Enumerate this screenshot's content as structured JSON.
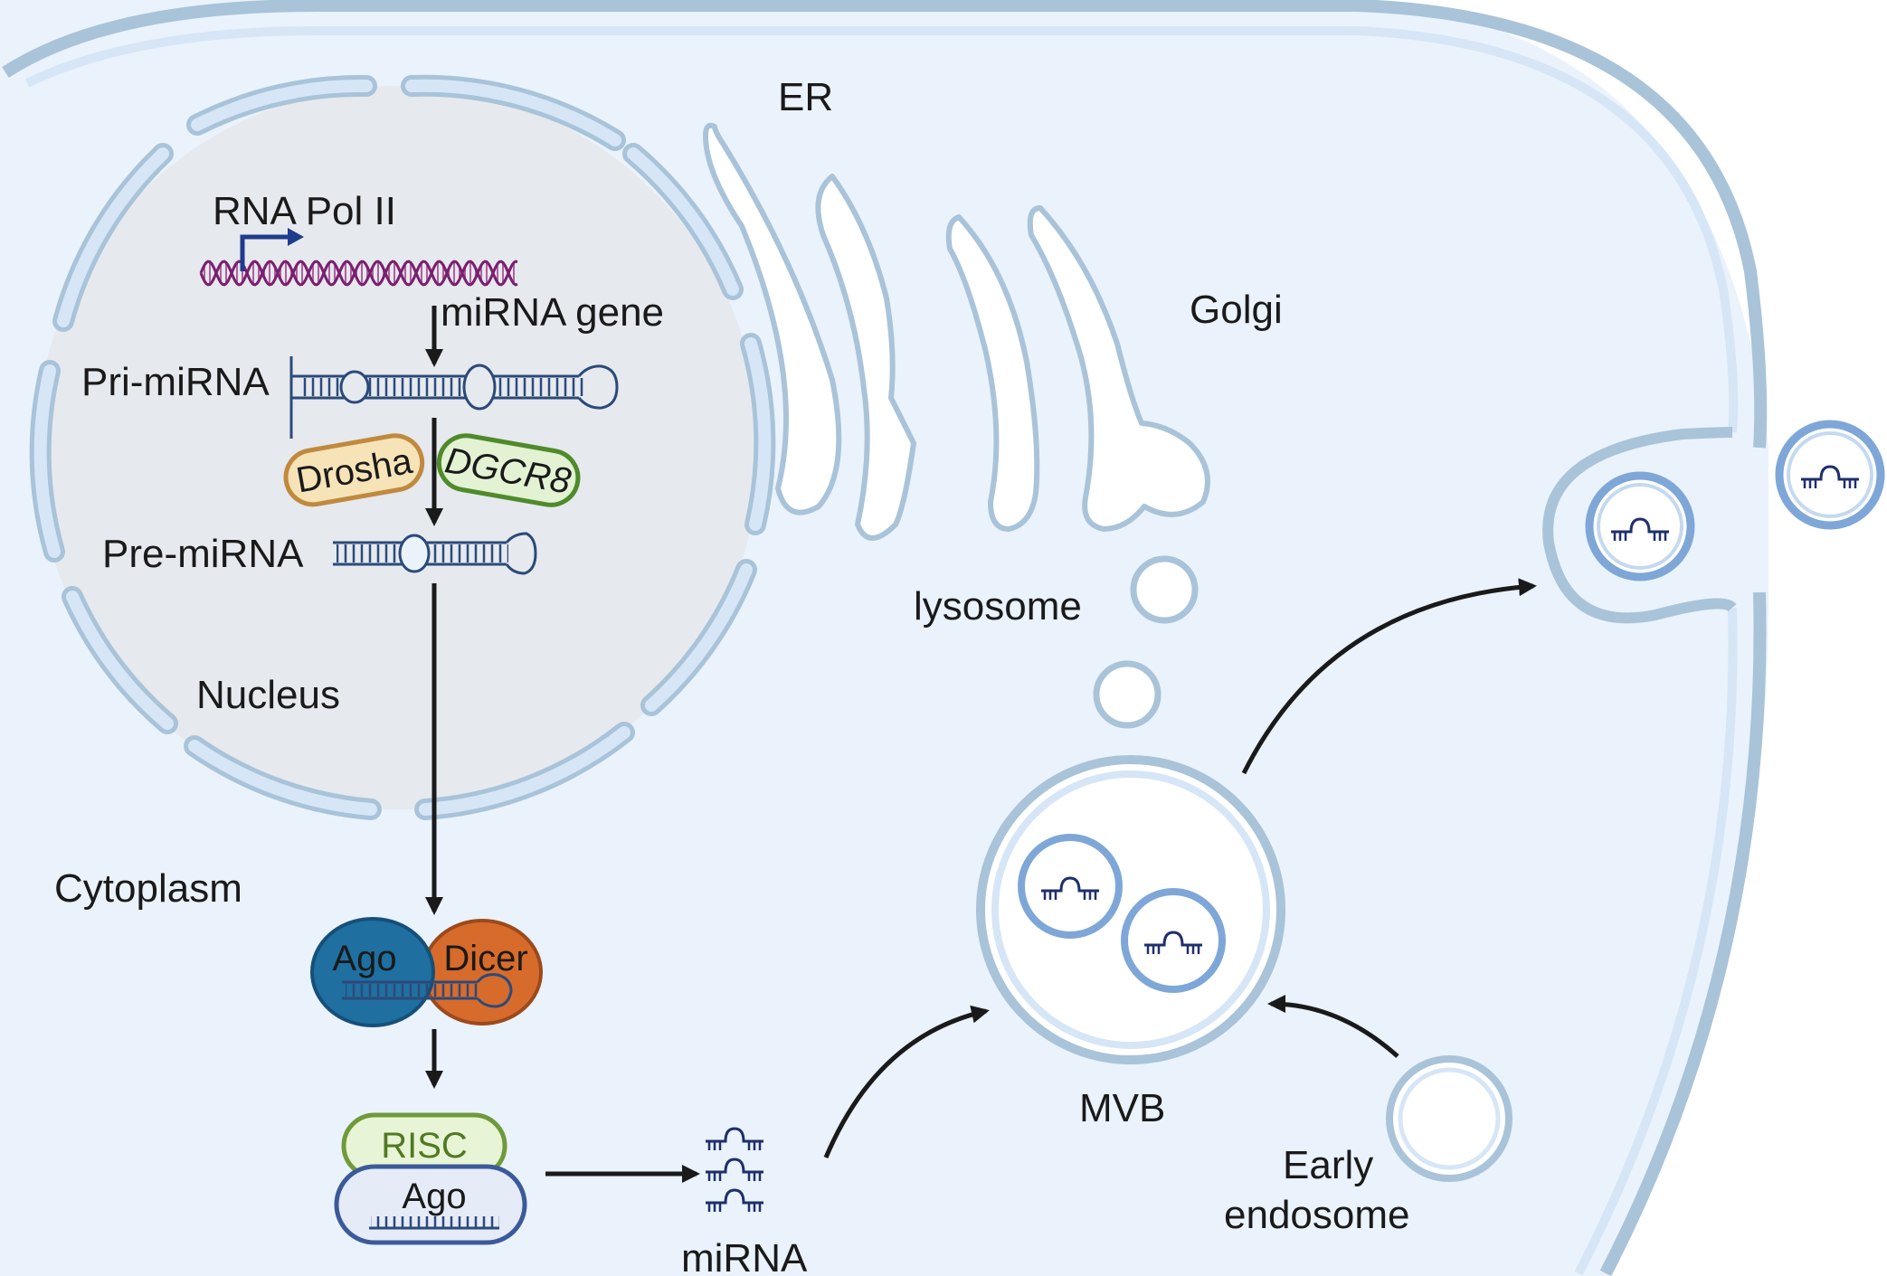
{
  "labels": {
    "er": "ER",
    "golgi": "Golgi",
    "rna_pol": "RNA Pol II",
    "mirna_gene": "miRNA gene",
    "pri_mirna": "Pri-miRNA",
    "pre_mirna": "Pre-miRNA",
    "nucleus": "Nucleus",
    "cytoplasm": "Cytoplasm",
    "lysosome": "lysosome",
    "mvb": "MVB",
    "early": "Early",
    "endosome": "endosome",
    "mirna": "miRNA"
  },
  "proteins": {
    "drosha": "Drosha",
    "dgcr8": "DGCR8",
    "ago": "Ago",
    "dicer": "Dicer",
    "risc": "RISC",
    "risc_ago": "Ago"
  },
  "colors": {
    "cytoplasm": "#eaf2fb",
    "membrane": "#a9c3d9",
    "nucleus": "#e6e9ee",
    "nuclear_envelope": "#d6e6f6",
    "rna": "#2b4a7a",
    "dna": "#7a1f6e",
    "arrow": "#1a1a1a",
    "drosha_fill": "#f6e3b8",
    "drosha_stroke": "#c08a3e",
    "dgcr8_fill": "#e2f2d2",
    "dgcr8_stroke": "#4f8a2b",
    "ago_fill": "#1f6fa0",
    "dicer_fill": "#d76b2b",
    "risc_fill": "#e8f4d6",
    "risc_stroke": "#6f9a3a",
    "risc_text": "#4f7a23",
    "vesicle": "#7ea7d8"
  }
}
